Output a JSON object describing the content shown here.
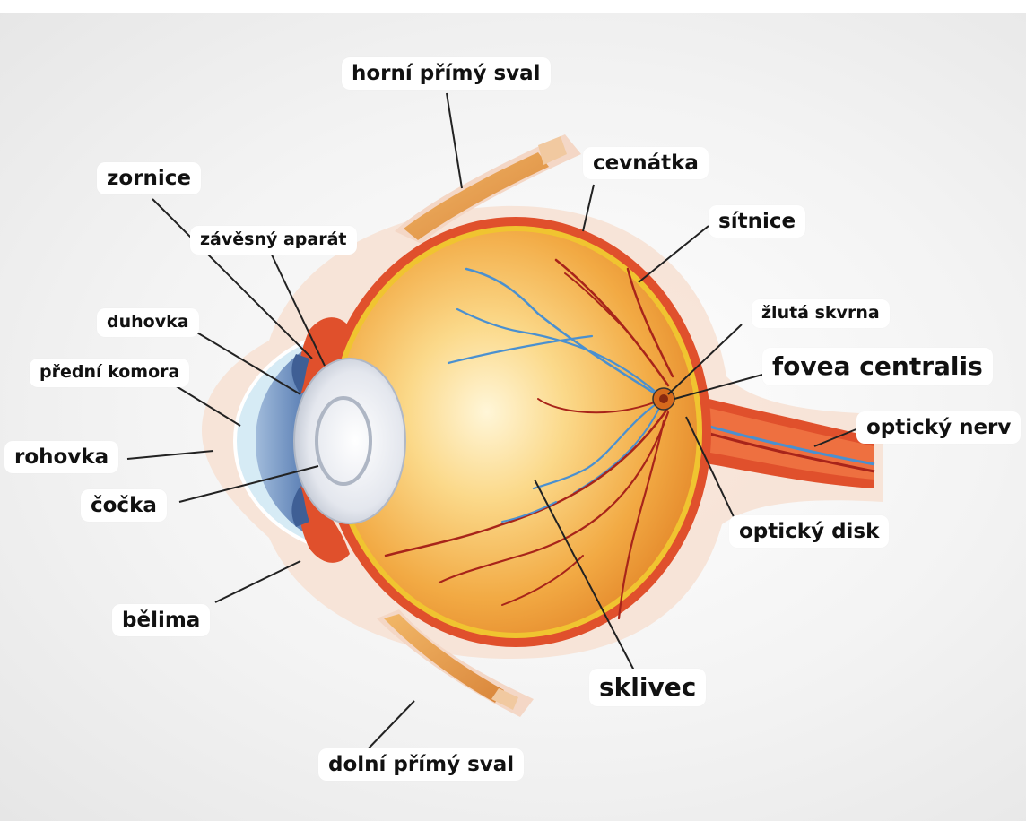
{
  "labels": {
    "superior_rectus": "horní přímý sval",
    "pupil": "zornice",
    "choroid": "cevnátka",
    "retina": "sítnice",
    "suspensory": "závěsný aparát",
    "iris": "duhovka",
    "anterior_chamber": "přední komora",
    "macula": "žlutá  skvrna",
    "fovea": "fovea centralis",
    "optic_nerve": "optický nerv",
    "cornea": "rohovka",
    "lens": "čočka",
    "optic_disc": "optický disk",
    "sclera": "bělima",
    "vitreous": "sklivec",
    "inferior_rectus": "dolní přímý sval"
  },
  "colors": {
    "sclera_outer": "#f6dccd",
    "choroid": "#e0502c",
    "retina": "#f0c430",
    "vitreous": "#f5b54a",
    "iris": "#5b7fb5",
    "cornea": "#cfe6f2",
    "lens": "#dfe3ea",
    "muscle": "#e9a050",
    "vessel_red": "#a8241a",
    "vessel_blue": "#4a90d0",
    "leader_line": "#222222"
  }
}
